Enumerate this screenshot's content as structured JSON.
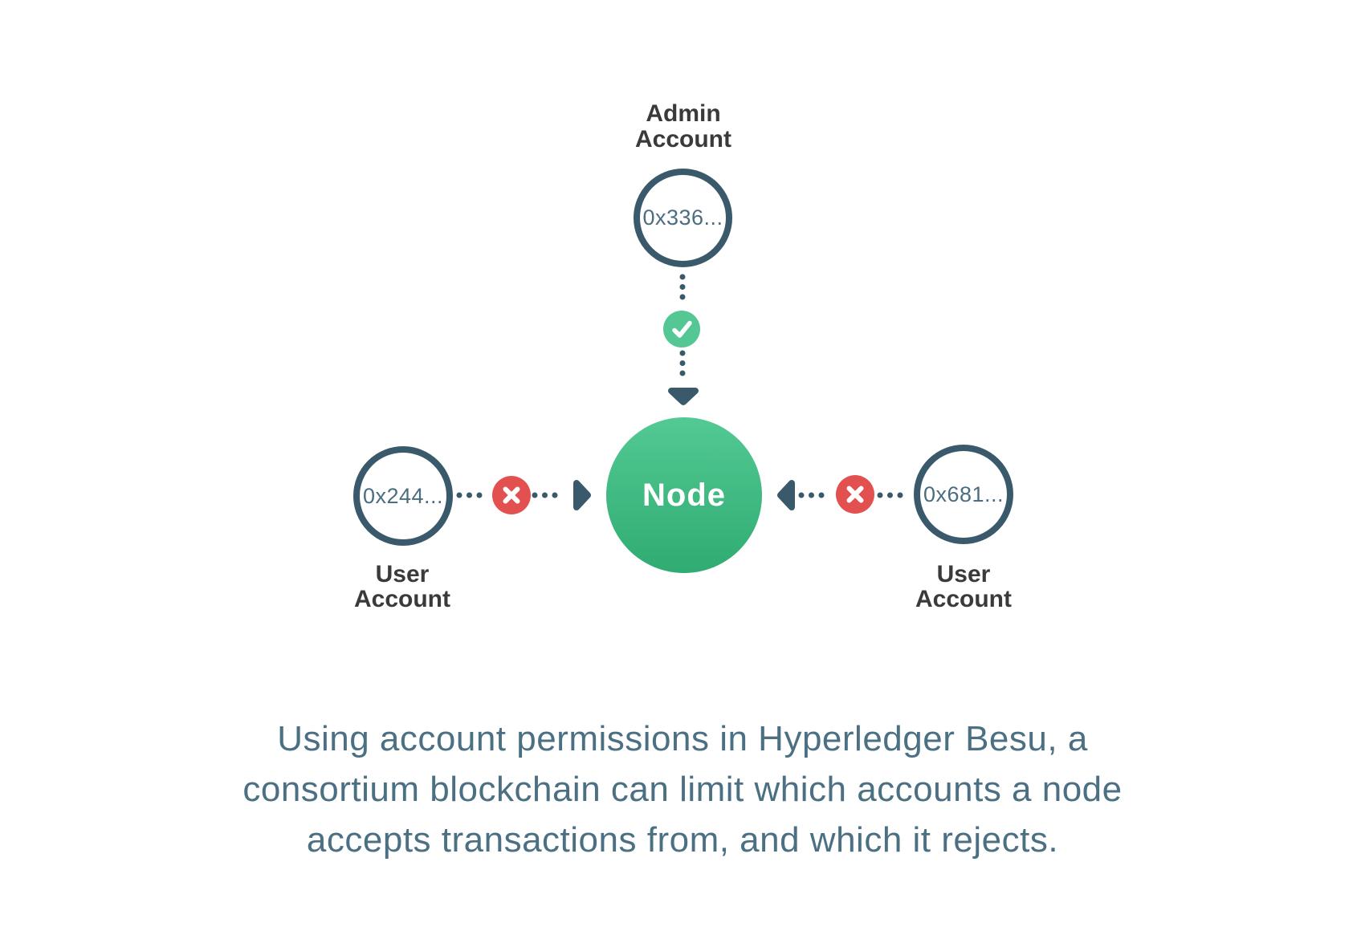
{
  "colors": {
    "slate": "#3a5a6c",
    "slate_text": "#4c7083",
    "address_text": "#4b6d80",
    "label_text": "#3a3a3a",
    "green": "#55c795",
    "green_node_top": "#53c993",
    "green_node_bottom": "#2fac72",
    "red": "#e25150",
    "white": "#ffffff"
  },
  "diagram": {
    "admin_account": {
      "label_line1": "Admin",
      "label_line2": "Account",
      "address": "0x336..."
    },
    "node": {
      "label": "Node"
    },
    "user_account_left": {
      "label_line1": "User",
      "label_line2": "Account",
      "address": "0x244..."
    },
    "user_account_right": {
      "label_line1": "User",
      "label_line2": "Account",
      "address": "0x681..."
    },
    "icons": {
      "accepted": "check-icon",
      "rejected": "x-icon",
      "connector_arrows": "arrowhead-icon"
    }
  },
  "caption": {
    "lines": [
      "Using account permissions in Hyperledger Besu, a",
      "consortium blockchain can limit which accounts a node",
      "accepts transactions from, and which it rejects."
    ]
  }
}
